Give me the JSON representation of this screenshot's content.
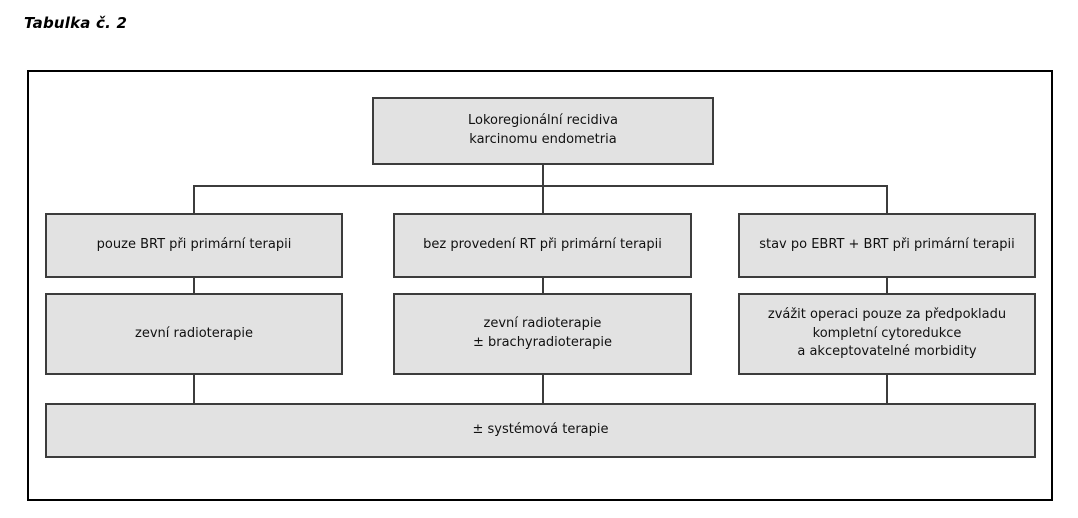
{
  "page": {
    "title": "Tabulka č. 2"
  },
  "diagram": {
    "type": "flowchart",
    "border_color": "#000000",
    "node_fill": "#e2e2e2",
    "node_border": "#3c3c3c",
    "connector_color": "#3c3c3c",
    "root": {
      "label": "Lokoregionální recidiva\nkarcinomu endometria"
    },
    "columns": [
      {
        "condition": "pouze BRT při primární terapii",
        "treatment": "zevní radioterapie"
      },
      {
        "condition": "bez provedení RT při primární terapii",
        "treatment": "zevní radioterapie\n± brachyradioterapie"
      },
      {
        "condition": "stav po EBRT + BRT při primární terapii",
        "treatment": "zvážit operaci pouze za předpokladu\nkompletní cytoredukce\na akceptovatelné morbidity"
      }
    ],
    "footer": {
      "label": "± systémová terapie"
    }
  }
}
